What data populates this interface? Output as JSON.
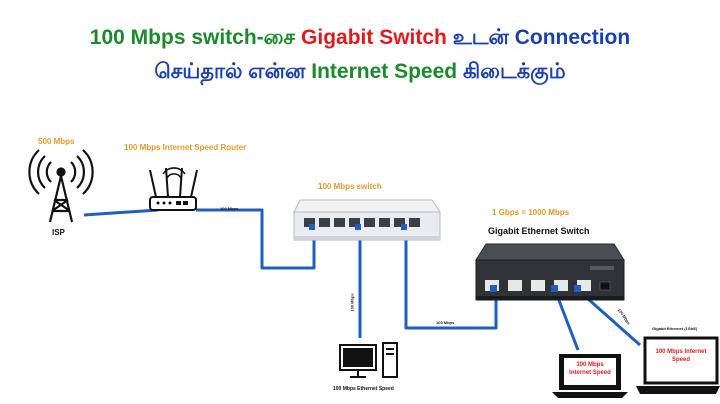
{
  "title": {
    "line1": {
      "part1": "100 Mbps switch-சை",
      "part2": "Gigabit Switch",
      "part3": "உடன்",
      "part4": "Connection"
    },
    "line2": {
      "part1": "செய்தால் என்ன",
      "part2": "Internet Speed",
      "part3": "கிடைக்கும்"
    }
  },
  "colors": {
    "green": "#1b8a2c",
    "red": "#e01b1b",
    "blue": "#1a3fb0",
    "orange": "#e39a2b",
    "cable": "#1f5fbf"
  },
  "isp": {
    "speed": "500 Mbps",
    "label": "ISP"
  },
  "router": {
    "label": "100 Mbps Internet Speed Router"
  },
  "switch100": {
    "label": "100 Mbps switch"
  },
  "gigabit": {
    "speed": "1 Gbps = 1000 Mbps",
    "label": "Gigabit Ethernet Switch"
  },
  "cables": {
    "router_to_switch": "100 Mbps",
    "switch_to_pc": "100 Mbps",
    "switch_to_gigabit": "100 Mbps",
    "gigabit_to_laptop": "100 Mbps"
  },
  "desktop": {
    "label": "100 Mbps Ethernet Speed"
  },
  "laptop_center": {
    "screen_text": "100 Mbps Internet Speed"
  },
  "laptop_right": {
    "caption": "Gigabit Ethernet (1GbE)",
    "screen_text": "100 Mbps Internet Speed"
  }
}
